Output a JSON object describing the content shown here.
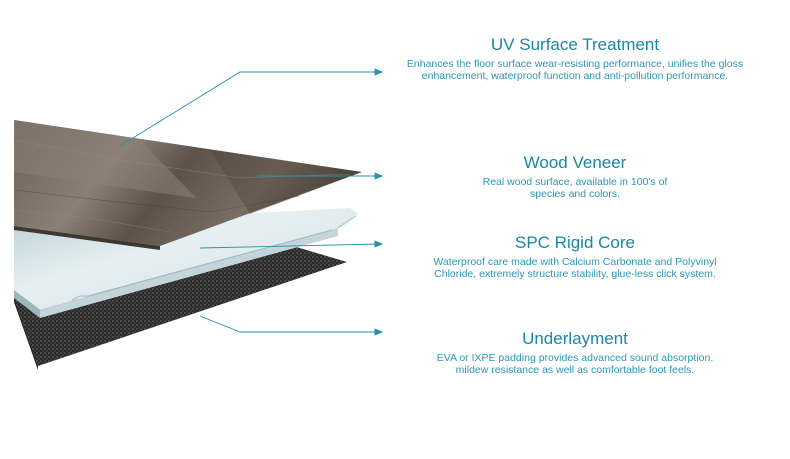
{
  "layers": [
    {
      "title": "UV Surface Treatment",
      "description_lines": [
        "Enhances the floor surface wear-resisting performance, unifies the gloss",
        "enhancement, waterproof function and anti-pollution performance."
      ]
    },
    {
      "title": "Wood Veneer",
      "description_lines": [
        "Real wood surface, available in 100's of",
        "species and colors."
      ]
    },
    {
      "title": "SPC Rigid Core",
      "description_lines": [
        "Waterproof care made with Calcium Carbonate and Polyvinyl",
        "Chloride, extremely structure stability, glue-less click system."
      ]
    },
    {
      "title": "Underlayment",
      "description_lines": [
        "EVA or IXPE padding provides advanced sound absorption.",
        "mildew resistance as well as comfortable foot feels."
      ]
    }
  ],
  "colors": {
    "accent": "#1a87a4",
    "leader_line": "#2a8fa8",
    "wood_dark": "#5f544b",
    "wood_light": "#8a7f74",
    "core": "#d9e6ea",
    "core_shadow": "#a8c3cc",
    "underlayment": "#2d2d2d"
  }
}
